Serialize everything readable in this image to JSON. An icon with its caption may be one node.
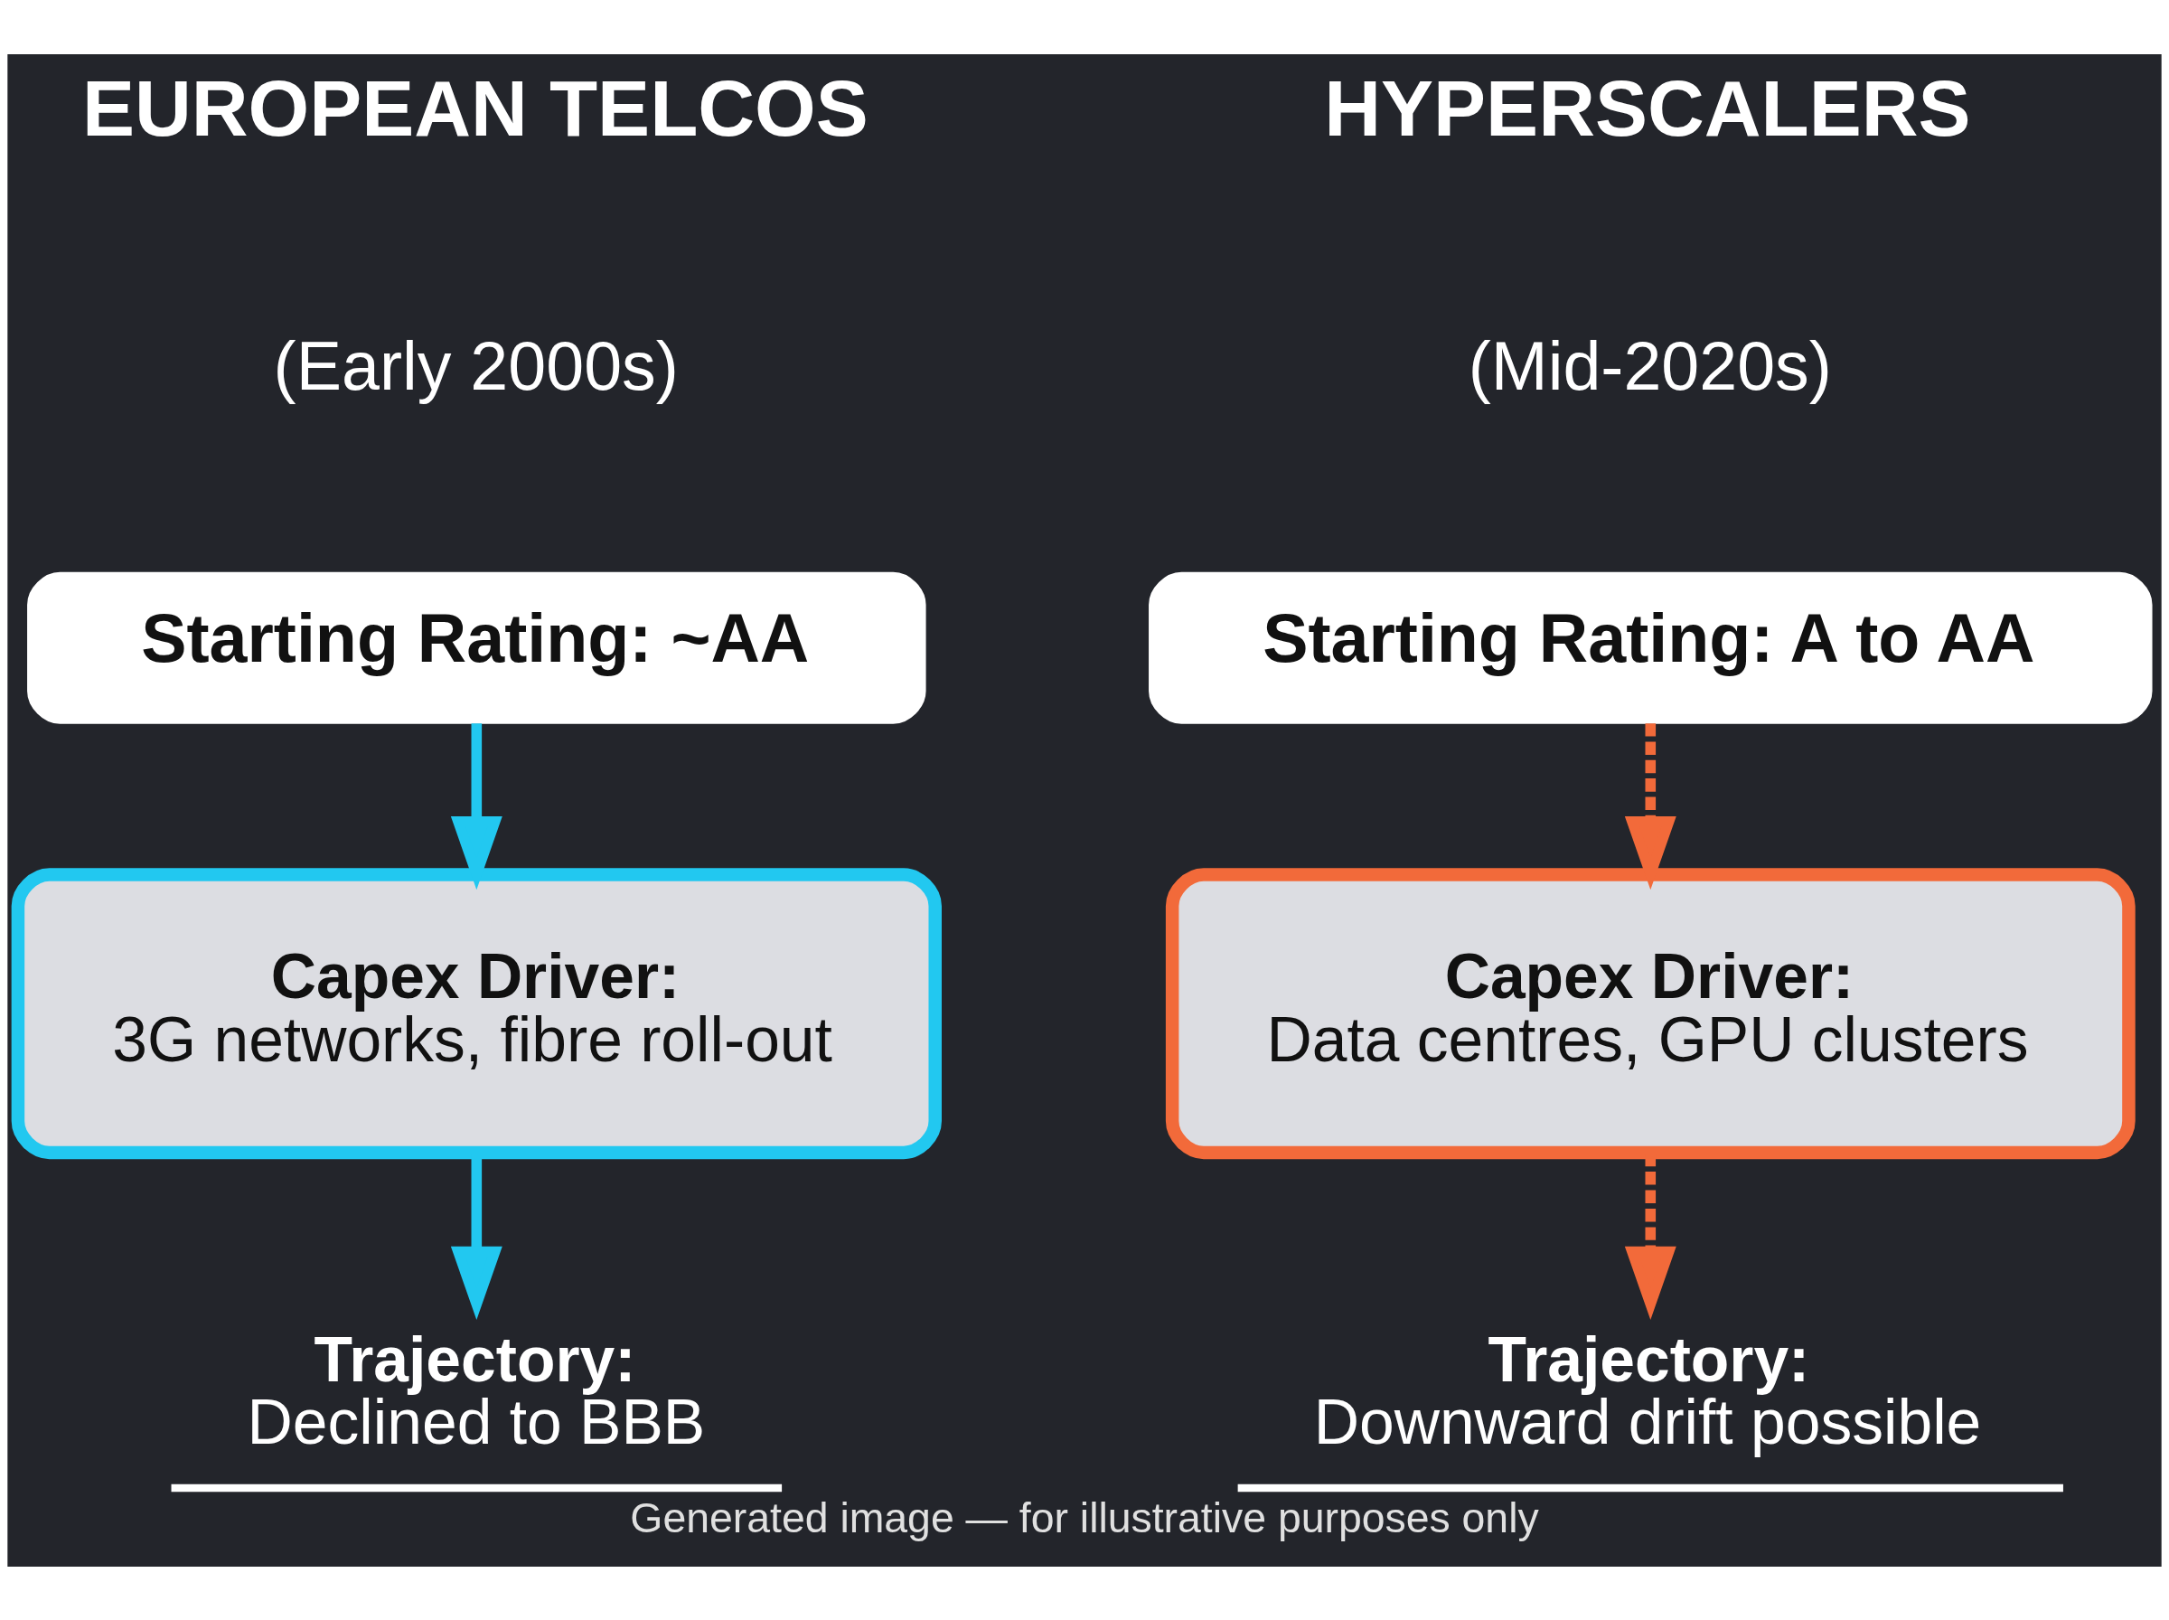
{
  "diagram": {
    "caption": "Generated image — for illustrative purposes only",
    "nodes": [
      {
        "text": [
          "Starting Rating: ~AA"
        ]
      },
      {
        "text": [
          "Capex Driver:",
          "3G networks, fibre roll-out"
        ]
      },
      {
        "text": [
          "Trajectory:",
          "Declined to BBB"
        ]
      },
      {
        "text": [
          "Starting Rating: A to AA"
        ]
      },
      {
        "text": [
          "Capex Driver:",
          "Data centres, GPU clusters"
        ]
      },
      {
        "text": [
          "Trajectory:",
          "Downward drift possible"
        ]
      }
    ],
    "edges": [
      {
        "from": 0,
        "to": 1,
        "arrow": "to",
        "color": "#22c8f0"
      },
      {
        "from": 1,
        "to": 2,
        "arrow": "to",
        "color": "#22c8f0"
      },
      {
        "from": 3,
        "to": 4,
        "arrow": "to",
        "style": "dashed",
        "color": "#f26a3a"
      },
      {
        "from": 4,
        "to": 5,
        "arrow": "to",
        "style": "dashed",
        "color": "#f26a3a"
      }
    ],
    "labels": [
      "EUROPEAN TELCOS",
      "(Early 2000s)",
      "HYPERSCALERS",
      "(Mid-2020s)"
    ]
  }
}
